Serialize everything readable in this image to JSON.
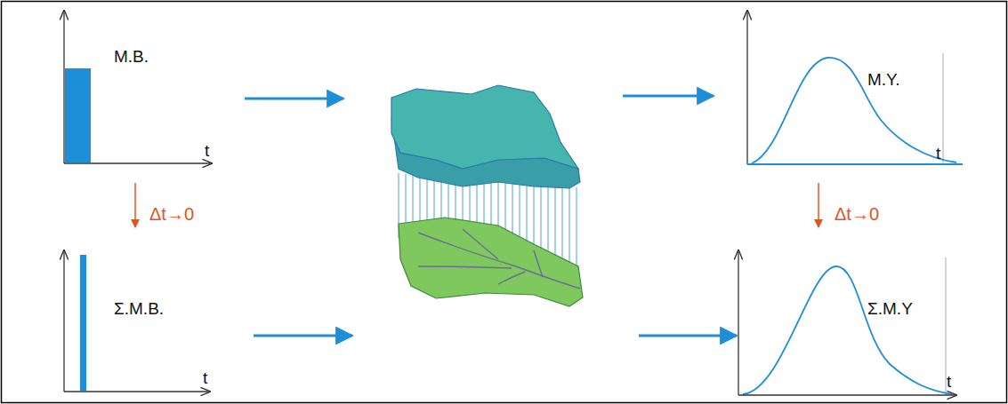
{
  "diagram": {
    "labels": [
      "M.B.",
      "t",
      "M.Y.",
      "t",
      "Δt→0",
      "Δt→0",
      "Σ.M.B.",
      "t",
      "Σ.M.Y",
      "t"
    ]
  }
}
